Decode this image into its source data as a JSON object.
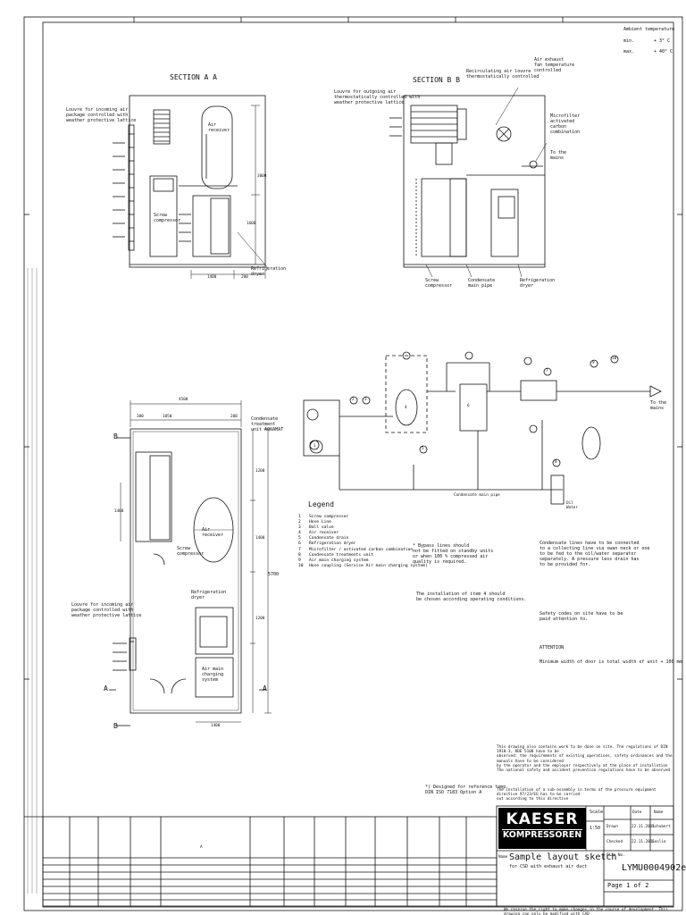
{
  "ambient": {
    "title": "Ambient temperature",
    "min_label": "min.",
    "min_value": "+ 3° C",
    "max_label": "max.",
    "max_value": "+ 40° C"
  },
  "section_aa": {
    "title": "SECTION A A",
    "louvre_in": "Louvre for incoming air\npackage controlled with\nweather protective lattice",
    "air_receiver": "Air\nreceiver",
    "screw_compressor": "Screw\ncompressor",
    "refrig_dryer": "Refrigeration\ndryer",
    "dim_h1": "1400",
    "dim_h2": "200",
    "dim_v1": "3000",
    "dim_v2": "1600"
  },
  "section_bb": {
    "title": "SECTION B B",
    "louvre_out": "Louvre for outgoing air\nthermostatically controlled with\nweather protective lattice",
    "recirc": "Recirculating air louvre\nthermostatically controlled",
    "exhaust": "Air exhaust\nfan temperature\ncontrolled",
    "microfilter": "Microfilter\nactivated\ncarbon\ncombination",
    "to_mains": "To the\nmains",
    "screw": "Screw\ncompressor",
    "condensate": "Condensate\nmain pipe",
    "refrig": "Refrigeration\ndryer"
  },
  "plan": {
    "dim_top": "4500",
    "dim_top_a": "300",
    "dim_top_b": "1050",
    "dim_top_c": "200",
    "dim_right": "5700",
    "dim_right_a": "1200",
    "dim_right_b": "1400",
    "dim_right_c": "1200",
    "dim_bottom": "1400",
    "dim_left": "1400",
    "condensate_unit": "Condensate\ntreatment\nunit AQUAMAT",
    "air_receiver": "Air\nreceiver",
    "screw": "Screw\ncompressor",
    "refrig": "Refrigeration\ndryer",
    "louvre_in": "Louvre for incoming air\npackage controlled with\nweather protective lattice",
    "air_main": "Air main\ncharging\nsystem",
    "section_a": "A",
    "section_b": "B"
  },
  "schematic": {
    "to_mains": "To the\nmains",
    "condensate_pipe": "Condensate main pipe",
    "oil_water": "Oil\nWater",
    "nums": [
      "1",
      "2",
      "3",
      "4",
      "5",
      "6",
      "7",
      "8",
      "9",
      "10"
    ]
  },
  "legend": {
    "title": "Legend",
    "items": [
      {
        "n": "1",
        "label": "Screw compressor"
      },
      {
        "n": "2",
        "label": "Hose Line"
      },
      {
        "n": "3",
        "label": "Ball valve"
      },
      {
        "n": "4",
        "label": "Air receiver"
      },
      {
        "n": "5",
        "label": "Condensate drain"
      },
      {
        "n": "6",
        "label": "Refrigeration dryer"
      },
      {
        "n": "7",
        "label": "Microfilter / activated carbon combination"
      },
      {
        "n": "8",
        "label": "Condensate treatments unit"
      },
      {
        "n": "9",
        "label": "Air main charging system"
      },
      {
        "n": "10",
        "label": "Hose coupling (Service Air main charging system)"
      }
    ]
  },
  "notes": {
    "bypass": "* Bypass lines should\nnot be fitted on standby units\nor when 100 % compressed air\nquality is required.",
    "installation": "The installation of item 4 should\nbe chosen according operating conditions.",
    "condensate_lines": "Condensate lines have to be connected\nto a collecting line  via swan neck or one\nto be fed to the oil/water separator\nseparately. A pressure less drain has\nto be provided for.",
    "safety": "Safety codes on site have to be\npaid attention to.",
    "attention_title": "ATTENTION",
    "attention": "Minimum width of door is total width of unit + 100 mm",
    "regulations": "This drawing also contains work to be done on site. The regulations of DIN 1910-3, KDE 5100 have to be\nobserved: the requirements of existing operations, safety ordinances and the manuals have to be considered\nby the operator and the employer respectively at the place of installation\nThe national safety and accident prevention regulations have to be observed",
    "pressure_equipment": "The installation of a sub-assembly in terms of the pressure equipment directive 97/23/EG has to be carried\nout according to this directive",
    "reference": "*) Designed for reference temp.\nDIN ISO 7183 Option A",
    "footer": "We reserve the right to make changes in the course of development. This drawing can only be modified with CAD"
  },
  "titleblock": {
    "logo_top": "KAESER",
    "logo_bottom": "KOMPRESSOREN",
    "scale_label": "Scale",
    "scale_value": "1:50",
    "date_label": "Date",
    "name_label": "Name",
    "drawn_label": "Drawn",
    "drawn_date": "22.11.2011",
    "drawn_name": "Schubert",
    "checked_label": "Checked",
    "checked_date": "22.11.2011",
    "checked_name": "Leslie",
    "name_prefix": "Name",
    "title": "Sample layout sketch",
    "subtitle": "for CSD with exhaust air duct",
    "plan_no_label": "Plan No.",
    "plan_no": "LYMU0004902e",
    "page": "Page  1  of  2",
    "rev_mark": "A"
  }
}
